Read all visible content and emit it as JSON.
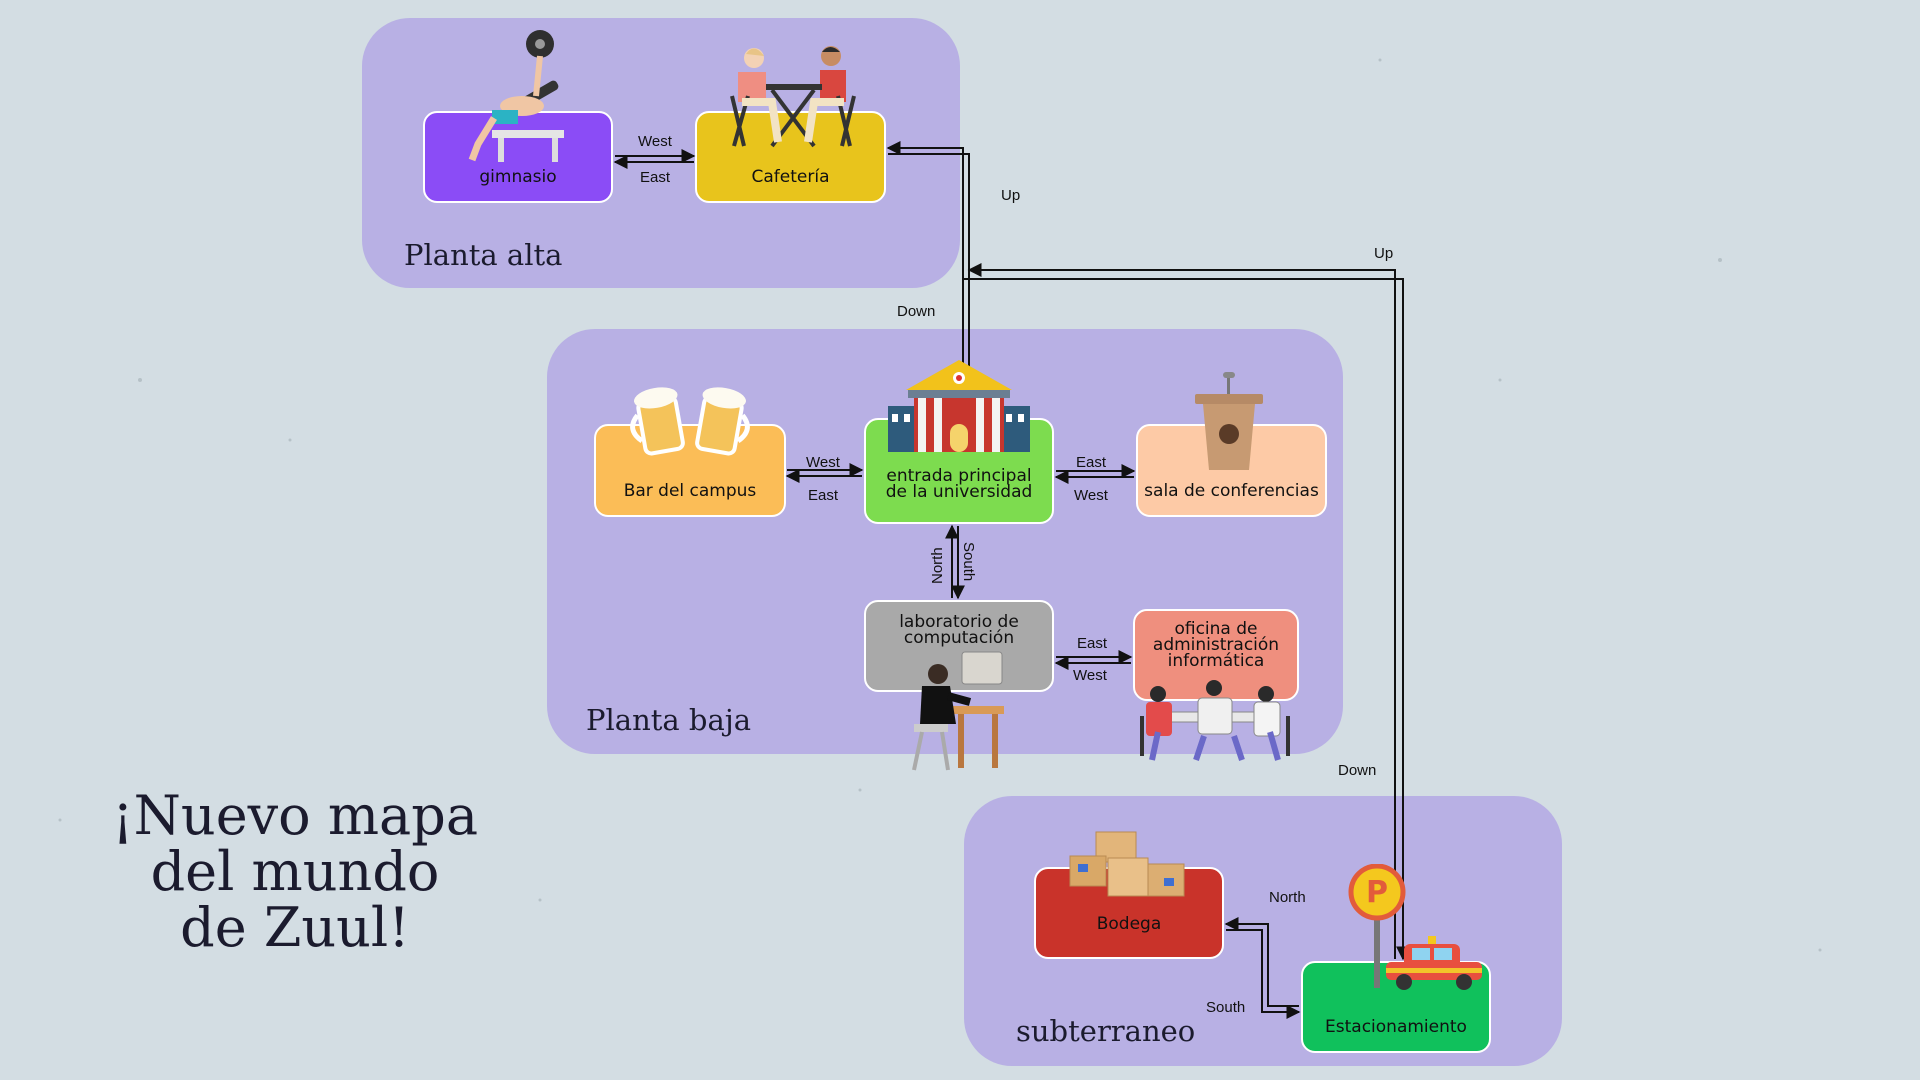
{
  "title": {
    "line1": "¡Nuevo mapa",
    "line2": "del mundo",
    "line3": "de Zuul!"
  },
  "zones": {
    "upper": {
      "label": "Planta alta"
    },
    "ground": {
      "label": "Planta baja"
    },
    "basement": {
      "label": "subterraneo"
    }
  },
  "rooms": {
    "gimnasio": {
      "label": "gimnasio",
      "color": "#8b4cf6"
    },
    "cafeteria": {
      "label": "Cafetería",
      "color": "#e8c41c"
    },
    "bar": {
      "label": "Bar del campus",
      "color": "#fbbd57"
    },
    "entrada": {
      "line1": "entrada principal",
      "line2": "de la universidad",
      "color": "#7ddc4f"
    },
    "sala": {
      "label": "sala de conferencias",
      "color": "#fdcaa6"
    },
    "laboratorio": {
      "line1": "laboratorio de",
      "line2": "computación",
      "color": "#a9a9a9"
    },
    "oficina": {
      "line1": "oficina de",
      "line2": "administración",
      "line3": "informática",
      "color": "#ef8f7e"
    },
    "bodega": {
      "label": "Bodega",
      "color": "#c9332a"
    },
    "estacionamiento": {
      "label": "Estacionamiento",
      "color": "#10c15c"
    }
  },
  "directions": {
    "gym_cafe_top": "West",
    "gym_cafe_bottom": "East",
    "cafe_up": "Up",
    "cafe_down": "Down",
    "parking_up": "Up",
    "parking_down": "Down",
    "bar_entrada_top": "West",
    "bar_entrada_bottom": "East",
    "entrada_sala_top": "East",
    "entrada_sala_bottom": "West",
    "vertical_left": "North",
    "vertical_right": "South",
    "lab_oficina_top": "East",
    "lab_oficina_bottom": "West",
    "bodega_parking_top": "North",
    "bodega_parking_bottom": "South"
  },
  "icons": {
    "gym": "weightlifter-icon",
    "cafe": "couple-at-table-icon",
    "bar": "beer-mugs-icon",
    "entrada": "university-building-icon",
    "sala": "podium-icon",
    "lab": "person-at-computer-icon",
    "oficina": "meeting-table-icon",
    "bodega": "boxes-icon",
    "parking": "parking-sign-car-icon"
  }
}
